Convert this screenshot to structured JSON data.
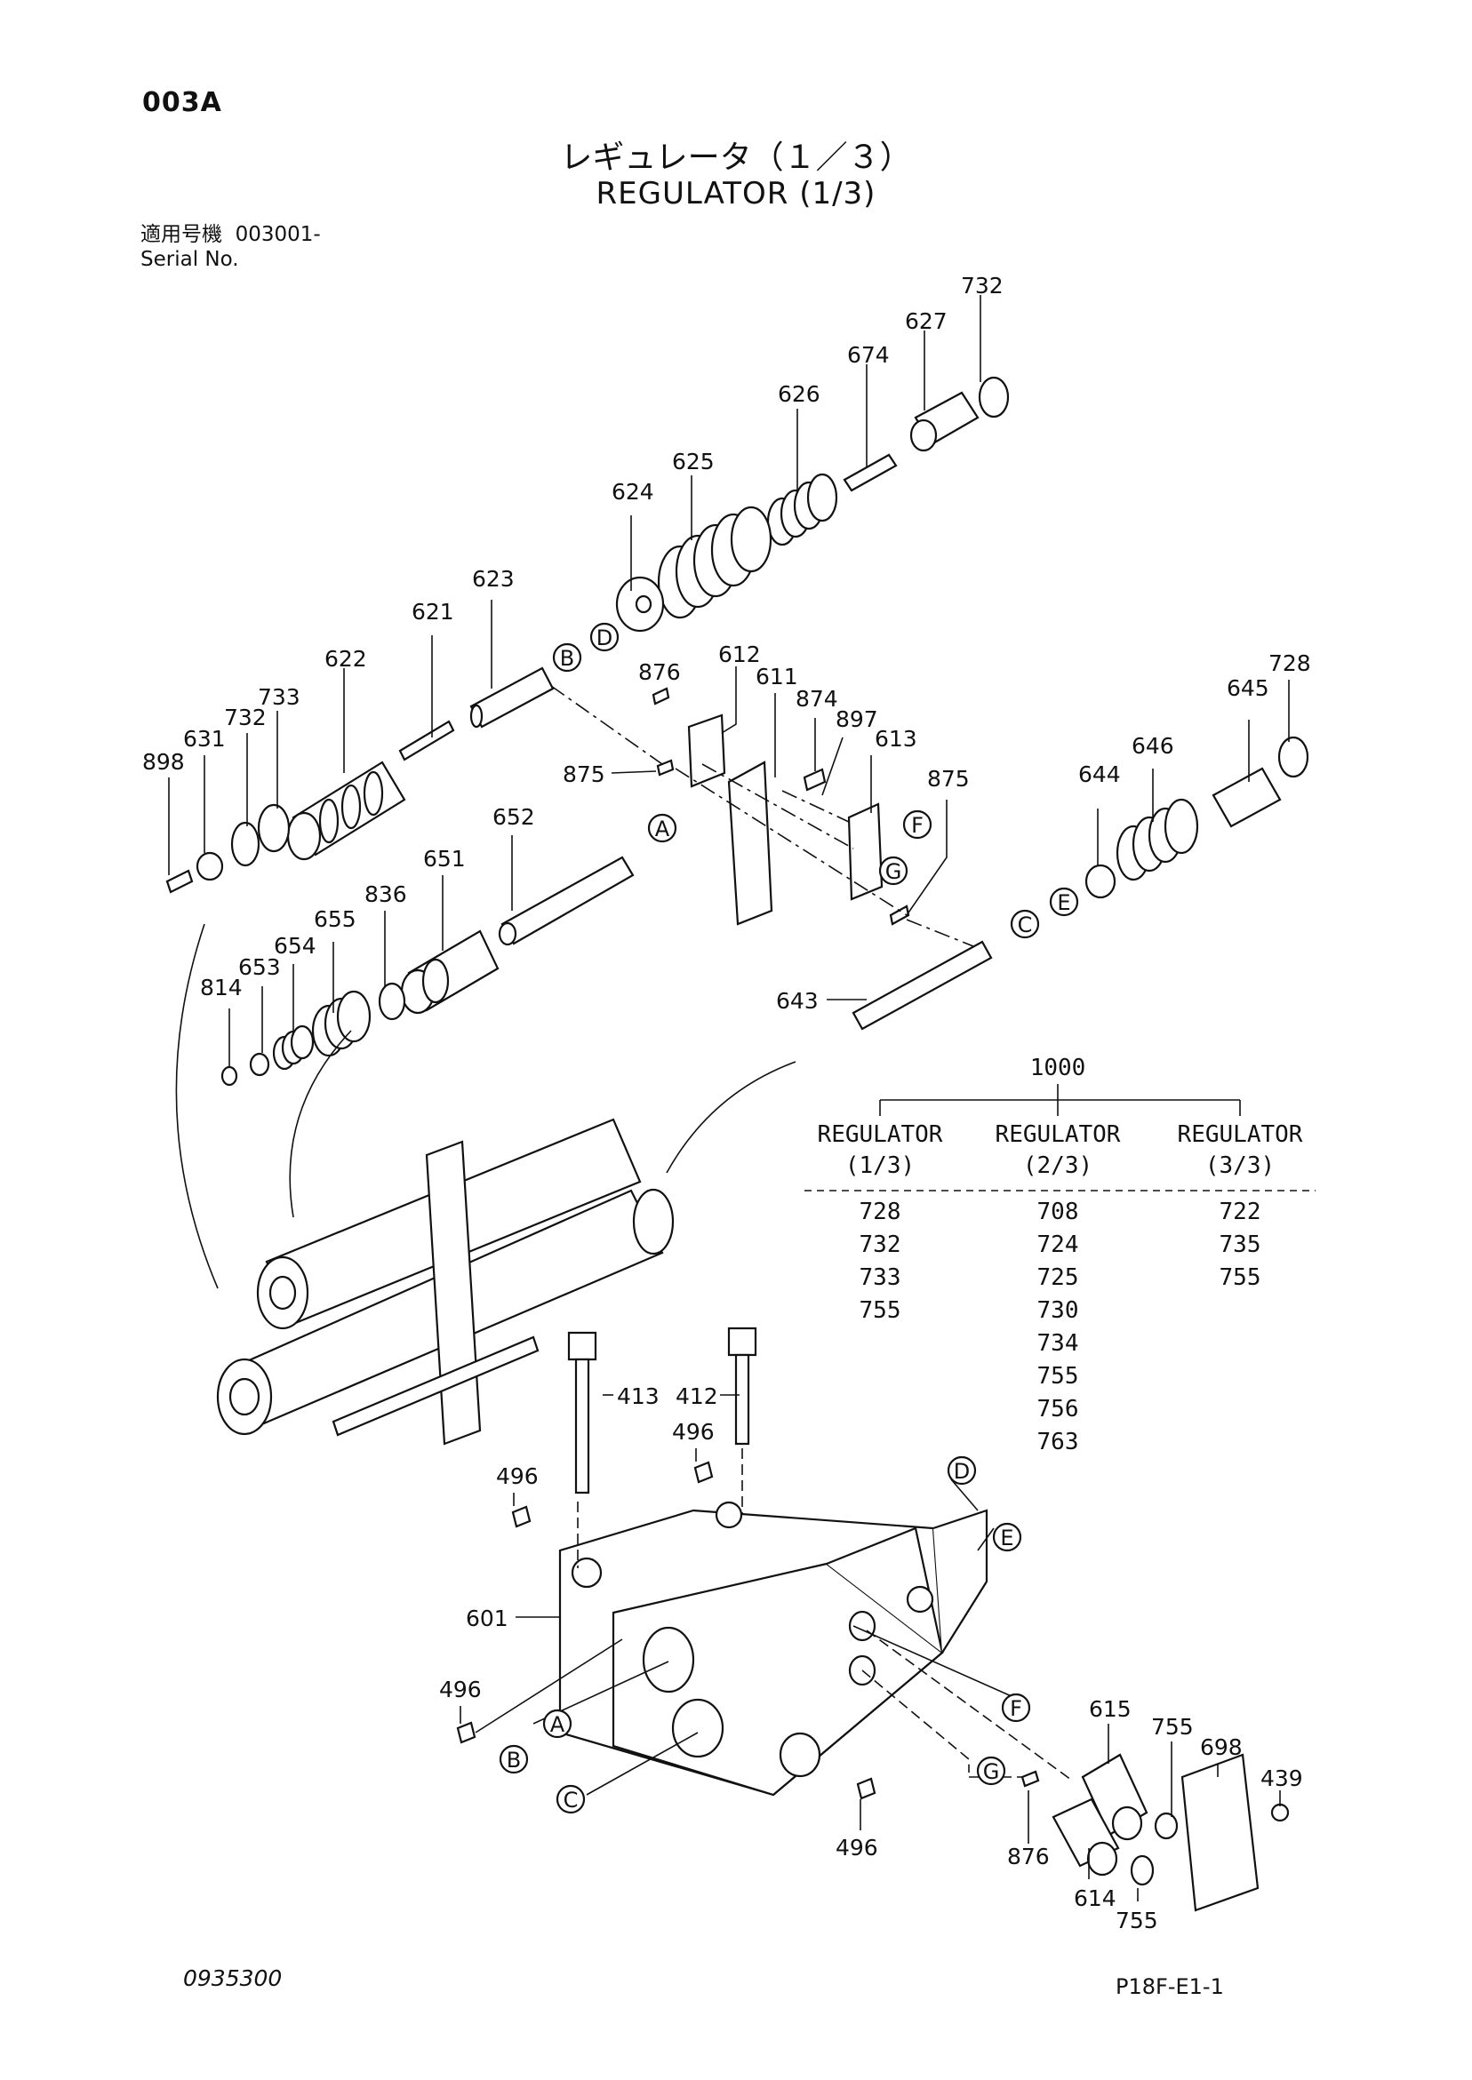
{
  "header": {
    "code": "003A",
    "title_ja": "レギュレータ（１／３）",
    "title_en": "REGULATOR (1/3)",
    "serial_label_ja": "適用号機",
    "serial_value": "003001-",
    "serial_label_en": "Serial No."
  },
  "footer": {
    "doc_no": "0935300",
    "page_ref": "P18F-E1-1"
  },
  "parts": {
    "p732a": "732",
    "p627": "627",
    "p674": "674",
    "p626": "626",
    "p625": "625",
    "p624": "624",
    "p623": "623",
    "p621": "621",
    "p622": "622",
    "p733": "733",
    "p732b": "732",
    "p631": "631",
    "p898": "898",
    "p876a": "876",
    "p612": "612",
    "p611": "611",
    "p874": "874",
    "p897": "897",
    "p613": "613",
    "p875a": "875",
    "p875b": "875",
    "p728": "728",
    "p645": "645",
    "p646": "646",
    "p644": "644",
    "p652": "652",
    "p651": "651",
    "p836": "836",
    "p655": "655",
    "p654": "654",
    "p653": "653",
    "p814": "814",
    "p643": "643",
    "p413": "413",
    "p412": "412",
    "p496a": "496",
    "p496b": "496",
    "p496c": "496",
    "p496d": "496",
    "p601": "601",
    "p615": "615",
    "p755a": "755",
    "p698": "698",
    "p439": "439",
    "p876b": "876",
    "p614": "614",
    "p755b": "755"
  },
  "markers": {
    "A": "A",
    "B": "B",
    "C": "C",
    "D": "D",
    "E": "E",
    "F": "F",
    "G": "G"
  },
  "table": {
    "assembly": "1000",
    "columns": [
      {
        "head": "REGULATOR",
        "sub": "(1/3)",
        "items": [
          "728",
          "732",
          "733",
          "755"
        ]
      },
      {
        "head": "REGULATOR",
        "sub": "(2/3)",
        "items": [
          "708",
          "724",
          "725",
          "730",
          "734",
          "755",
          "756",
          "763"
        ]
      },
      {
        "head": "REGULATOR",
        "sub": "(3/3)",
        "items": [
          "722",
          "735",
          "755"
        ]
      }
    ]
  }
}
